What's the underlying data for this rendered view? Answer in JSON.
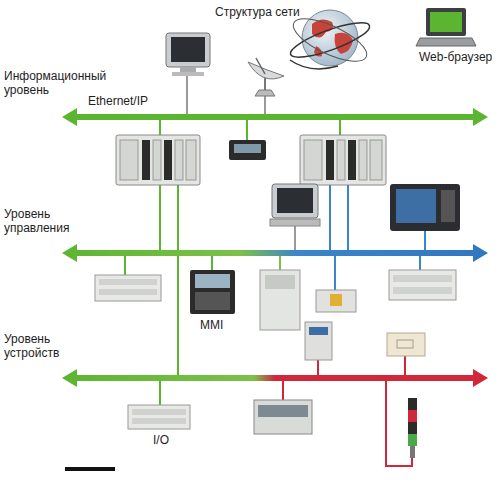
{
  "diagram": {
    "labels": [
      "Структура сети",
      "Web-браузер",
      "Информационный уровень",
      "Ethernet/IP",
      "Уровень управления",
      "MMI",
      "Уровень устройств",
      "I/O"
    ]
  }
}
